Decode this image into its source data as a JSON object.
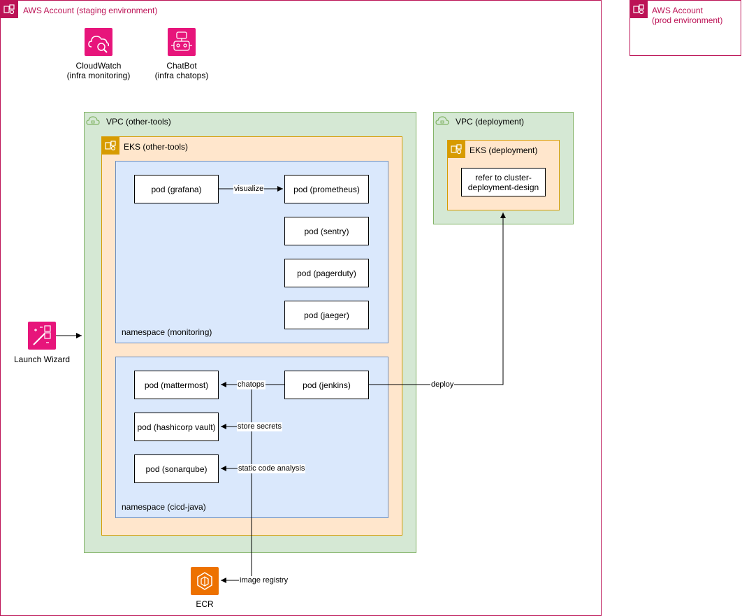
{
  "accounts": {
    "staging": {
      "label": "AWS Account (staging environment)"
    },
    "prod": {
      "label": "AWS Account\n(prod environment)"
    }
  },
  "services": {
    "cloudwatch": {
      "label": "CloudWatch\n(infra monitoring)",
      "icon": "cloudwatch-icon"
    },
    "chatbot": {
      "label": "ChatBot\n(infra chatops)",
      "icon": "chatbot-icon"
    },
    "launch_wizard": {
      "label": "Launch Wizard",
      "icon": "launch-wizard-icon"
    },
    "ecr": {
      "label": "ECR",
      "icon": "ecr-icon"
    }
  },
  "vpcs": {
    "other_tools": {
      "label": "VPC (other-tools)"
    },
    "deployment": {
      "label": "VPC (deployment)"
    }
  },
  "eks": {
    "other_tools": {
      "label": "EKS (other-tools)"
    },
    "deployment": {
      "label": "EKS (deployment)"
    }
  },
  "namespaces": {
    "monitoring": {
      "label": "namespace (monitoring)"
    },
    "cicd": {
      "label": "namespace (cicd-java)"
    }
  },
  "pods": {
    "grafana": "pod (grafana)",
    "prometheus": "pod (prometheus)",
    "sentry": "pod (sentry)",
    "pagerduty": "pod (pagerduty)",
    "jaeger": "pod (jaeger)",
    "mattermost": "pod (mattermost)",
    "vault": "pod (hashicorp vault)",
    "sonarqube": "pod (sonarqube)",
    "jenkins": "pod (jenkins)",
    "cluster_ref": "refer to cluster-deployment-design"
  },
  "edges": {
    "visualize": "visualize",
    "chatops": "chatops",
    "store_secrets": "store secrets",
    "static_analysis": "static code analysis",
    "image_registry": "image registry",
    "deploy": "deploy"
  },
  "colors": {
    "account": "#bc1356",
    "service_icon": "#e7157b",
    "ecr_icon": "#ed7100",
    "vpc_fill": "#d5e8d4",
    "vpc_border": "#82b366",
    "eks_fill": "#ffe6cc",
    "eks_border": "#d79b00",
    "namespace_fill": "#dae8fc",
    "namespace_border": "#6c8ebf"
  }
}
